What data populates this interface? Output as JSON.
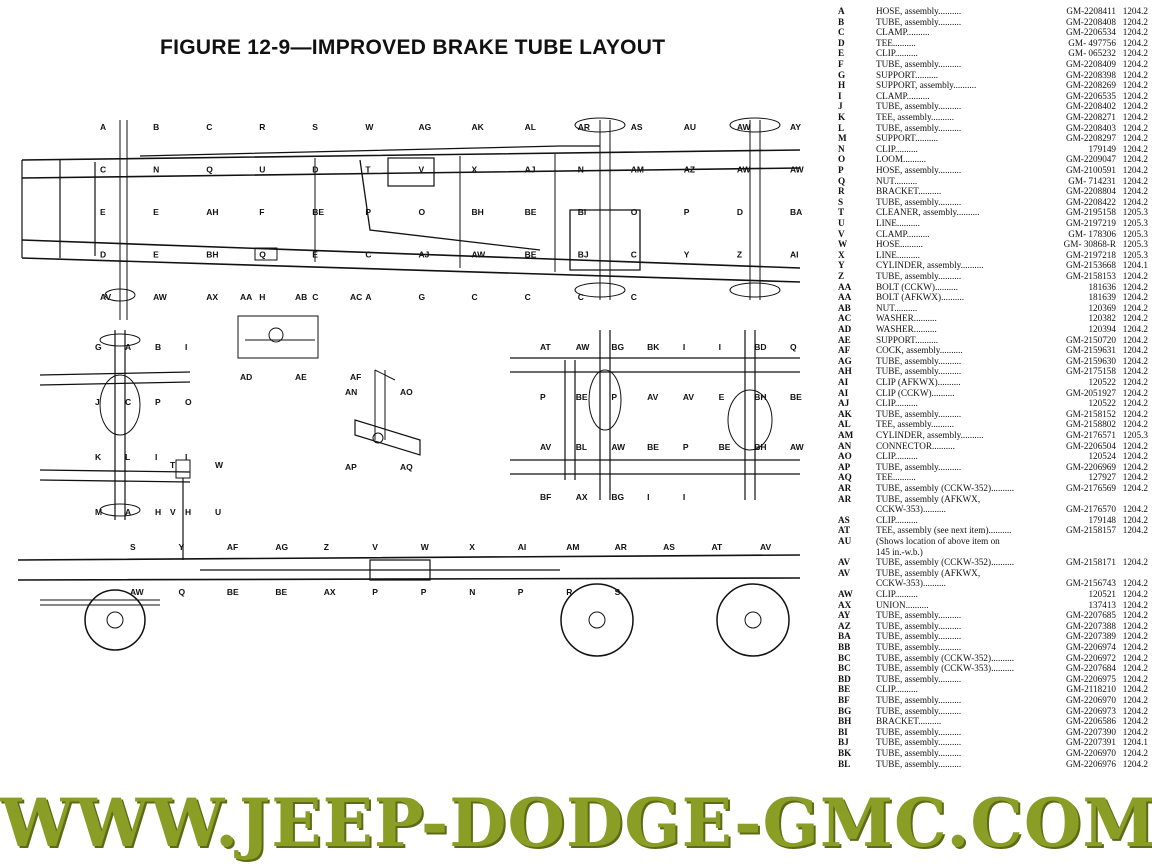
{
  "figure_title": "FIGURE 12-9—IMPROVED BRAKE TUBE LAYOUT",
  "watermark": "WWW.JEEP-DODGE-GMC.COM",
  "parts": [
    {
      "key": "A",
      "desc": "HOSE, assembly",
      "part": "GM-2208411",
      "fig": "1204.2"
    },
    {
      "key": "B",
      "desc": "TUBE, assembly",
      "part": "GM-2208408",
      "fig": "1204.2"
    },
    {
      "key": "C",
      "desc": "CLAMP",
      "part": "GM-2206534",
      "fig": "1204.2"
    },
    {
      "key": "D",
      "desc": "TEE",
      "part": "GM- 497756",
      "fig": "1204.2"
    },
    {
      "key": "E",
      "desc": "CLIP",
      "part": "GM- 065232",
      "fig": "1204.2"
    },
    {
      "key": "F",
      "desc": "TUBE, assembly",
      "part": "GM-2208409",
      "fig": "1204.2"
    },
    {
      "key": "G",
      "desc": "SUPPORT",
      "part": "GM-2208398",
      "fig": "1204.2"
    },
    {
      "key": "H",
      "desc": "SUPPORT, assembly",
      "part": "GM-2208269",
      "fig": "1204.2"
    },
    {
      "key": "I",
      "desc": "CLAMP",
      "part": "GM-2206535",
      "fig": "1204.2"
    },
    {
      "key": "J",
      "desc": "TUBE, assembly",
      "part": "GM-2208402",
      "fig": "1204.2"
    },
    {
      "key": "K",
      "desc": "TEE, assembly",
      "part": "GM-2208271",
      "fig": "1204.2"
    },
    {
      "key": "L",
      "desc": "TUBE, assembly",
      "part": "GM-2208403",
      "fig": "1204.2"
    },
    {
      "key": "M",
      "desc": "SUPPORT",
      "part": "GM-2208297",
      "fig": "1204.2"
    },
    {
      "key": "N",
      "desc": "CLIP",
      "part": "179149",
      "fig": "1204.2"
    },
    {
      "key": "O",
      "desc": "LOOM",
      "part": "GM-2209047",
      "fig": "1204.2"
    },
    {
      "key": "P",
      "desc": "HOSE, assembly",
      "part": "GM-2100591",
      "fig": "1204.2"
    },
    {
      "key": "Q",
      "desc": "NUT",
      "part": "GM- 714231",
      "fig": "1204.2"
    },
    {
      "key": "R",
      "desc": "BRACKET",
      "part": "GM-2208804",
      "fig": "1204.2"
    },
    {
      "key": "S",
      "desc": "TUBE, assembly",
      "part": "GM-2208422",
      "fig": "1204.2"
    },
    {
      "key": "T",
      "desc": "CLEANER, assembly",
      "part": "GM-2195158",
      "fig": "1205.3"
    },
    {
      "key": "U",
      "desc": "LINE",
      "part": "GM-2197219",
      "fig": "1205.3"
    },
    {
      "key": "V",
      "desc": "CLAMP",
      "part": "GM- 178306",
      "fig": "1205.3"
    },
    {
      "key": "W",
      "desc": "HOSE",
      "part": "GM- 30868-R",
      "fig": "1205.3"
    },
    {
      "key": "X",
      "desc": "LINE",
      "part": "GM-2197218",
      "fig": "1205.3"
    },
    {
      "key": "Y",
      "desc": "CYLINDER, assembly",
      "part": "GM-2153668",
      "fig": "1204.1"
    },
    {
      "key": "Z",
      "desc": "TUBE, assembly",
      "part": "GM-2158153",
      "fig": "1204.2"
    },
    {
      "key": "AA",
      "desc": "BOLT (CCKW)",
      "part": "181636",
      "fig": "1204.2"
    },
    {
      "key": "AA",
      "desc": "BOLT (AFKWX)",
      "part": "181639",
      "fig": "1204.2"
    },
    {
      "key": "AB",
      "desc": "NUT",
      "part": "120369",
      "fig": "1204.2"
    },
    {
      "key": "AC",
      "desc": "WASHER",
      "part": "120382",
      "fig": "1204.2"
    },
    {
      "key": "AD",
      "desc": "WASHER",
      "part": "120394",
      "fig": "1204.2"
    },
    {
      "key": "AE",
      "desc": "SUPPORT",
      "part": "GM-2150720",
      "fig": "1204.2"
    },
    {
      "key": "AF",
      "desc": "COCK, assembly",
      "part": "GM-2159631",
      "fig": "1204.2"
    },
    {
      "key": "AG",
      "desc": "TUBE, assembly",
      "part": "GM-2159630",
      "fig": "1204.2"
    },
    {
      "key": "AH",
      "desc": "TUBE, assembly",
      "part": "GM-2175158",
      "fig": "1204.2"
    },
    {
      "key": "AI",
      "desc": "CLIP (AFKWX)",
      "part": "120522",
      "fig": "1204.2"
    },
    {
      "key": "AI",
      "desc": "CLIP (CCKW)",
      "part": "GM-2051927",
      "fig": "1204.2"
    },
    {
      "key": "AJ",
      "desc": "CLIP",
      "part": "120522",
      "fig": "1204.2"
    },
    {
      "key": "AK",
      "desc": "TUBE, assembly",
      "part": "GM-2158152",
      "fig": "1204.2"
    },
    {
      "key": "AL",
      "desc": "TEE, assembly",
      "part": "GM-2158802",
      "fig": "1204.2"
    },
    {
      "key": "AM",
      "desc": "CYLINDER, assembly",
      "part": "GM-2176571",
      "fig": "1205.3"
    },
    {
      "key": "AN",
      "desc": "CONNECTOR",
      "part": "GM-2206504",
      "fig": "1204.2"
    },
    {
      "key": "AO",
      "desc": "CLIP",
      "part": "120524",
      "fig": "1204.2"
    },
    {
      "key": "AP",
      "desc": "TUBE, assembly",
      "part": "GM-2206969",
      "fig": "1204.2"
    },
    {
      "key": "AQ",
      "desc": "TEE",
      "part": "127927",
      "fig": "1204.2"
    },
    {
      "key": "AR",
      "desc": "TUBE, assembly (CCKW-352)",
      "part": "GM-2176569",
      "fig": "1204.2"
    },
    {
      "key": "AR",
      "desc": "TUBE, assembly (AFKWX,",
      "part": "",
      "fig": ""
    },
    {
      "key": "",
      "desc": "CCKW-353)",
      "part": "GM-2176570",
      "fig": "1204.2"
    },
    {
      "key": "AS",
      "desc": "CLIP",
      "part": "179148",
      "fig": "1204.2"
    },
    {
      "key": "AT",
      "desc": "TEE, assembly (see next item)",
      "part": "GM-2158157",
      "fig": "1204.2"
    },
    {
      "key": "AU",
      "desc": "(Shows location of above item on",
      "part": "",
      "fig": ""
    },
    {
      "key": "",
      "desc": "145 in.-w.b.)",
      "part": "",
      "fig": ""
    },
    {
      "key": "AV",
      "desc": "TUBE, assembly (CCKW-352)",
      "part": "GM-2158171",
      "fig": "1204.2"
    },
    {
      "key": "AV",
      "desc": "TUBE, assembly (AFKWX,",
      "part": "",
      "fig": ""
    },
    {
      "key": "",
      "desc": "CCKW-353)",
      "part": "GM-2156743",
      "fig": "1204.2"
    },
    {
      "key": "AW",
      "desc": "CLIP",
      "part": "120521",
      "fig": "1204.2"
    },
    {
      "key": "AX",
      "desc": "UNION",
      "part": "137413",
      "fig": "1204.2"
    },
    {
      "key": "AY",
      "desc": "TUBE, assembly",
      "part": "GM-2207685",
      "fig": "1204.2"
    },
    {
      "key": "AZ",
      "desc": "TUBE, assembly",
      "part": "GM-2207388",
      "fig": "1204.2"
    },
    {
      "key": "BA",
      "desc": "TUBE, assembly",
      "part": "GM-2207389",
      "fig": "1204.2"
    },
    {
      "key": "BB",
      "desc": "TUBE, assembly",
      "part": "GM-2206974",
      "fig": "1204.2"
    },
    {
      "key": "BC",
      "desc": "TUBE, assembly (CCKW-352)",
      "part": "GM-2206972",
      "fig": "1204.2"
    },
    {
      "key": "BC",
      "desc": "TUBE, assembly (CCKW-353)",
      "part": "GM-2207684",
      "fig": "1204.2"
    },
    {
      "key": "BD",
      "desc": "TUBE, assembly",
      "part": "GM-2206975",
      "fig": "1204.2"
    },
    {
      "key": "BE",
      "desc": "CLIP",
      "part": "GM-2118210",
      "fig": "1204.2"
    },
    {
      "key": "BF",
      "desc": "TUBE, assembly",
      "part": "GM-2206970",
      "fig": "1204.2"
    },
    {
      "key": "BG",
      "desc": "TUBE, assembly",
      "part": "GM-2206973",
      "fig": "1204.2"
    },
    {
      "key": "BH",
      "desc": "BRACKET",
      "part": "GM-2206586",
      "fig": "1204.2"
    },
    {
      "key": "BI",
      "desc": "TUBE, assembly",
      "part": "GM-2207390",
      "fig": "1204.2"
    },
    {
      "key": "BJ",
      "desc": "TUBE, assembly",
      "part": "GM-2207391",
      "fig": "1204.1"
    },
    {
      "key": "BK",
      "desc": "TUBE, assembly",
      "part": "GM-2206970",
      "fig": "1204.2"
    },
    {
      "key": "BL",
      "desc": "TUBE, assembly",
      "part": "GM-2206976",
      "fig": "1204.2"
    }
  ],
  "callouts": {
    "top_view": [
      "A",
      "B",
      "C",
      "R",
      "S",
      "W",
      "AG",
      "AK",
      "AL",
      "AR",
      "AS",
      "AU",
      "AW",
      "AY",
      "C",
      "N",
      "Q",
      "U",
      "D",
      "T",
      "V",
      "X",
      "AJ",
      "N",
      "AM",
      "AZ",
      "AW",
      "AW",
      "E",
      "E",
      "AH",
      "F",
      "BE",
      "P",
      "O",
      "BH",
      "BE",
      "BI",
      "O",
      "P",
      "D",
      "BA",
      "D",
      "E",
      "BH",
      "Q",
      "E",
      "C",
      "AJ",
      "AW",
      "BE",
      "BJ",
      "C",
      "Y",
      "Z",
      "AI",
      "AV",
      "AW",
      "AX",
      "H",
      "C",
      "A",
      "G",
      "C",
      "C",
      "C",
      "C"
    ],
    "detail_bolt": [
      "AA",
      "AB",
      "AC",
      "AD",
      "AE",
      "AF"
    ],
    "detail_tee": [
      "AN",
      "AO",
      "AP",
      "AQ"
    ],
    "front_axle": [
      "G",
      "A",
      "B",
      "I",
      "J",
      "C",
      "P",
      "O",
      "K",
      "L",
      "I",
      "I",
      "M",
      "A",
      "H",
      "H"
    ],
    "pedal": [
      "T",
      "W",
      "V",
      "U"
    ],
    "rear_axles": [
      "AT",
      "AW",
      "BG",
      "BK",
      "I",
      "I",
      "BD",
      "Q",
      "P",
      "BE",
      "P",
      "AV",
      "AV",
      "E",
      "BH",
      "BE",
      "AV",
      "BL",
      "AW",
      "BE",
      "P",
      "BE",
      "BH",
      "AW",
      "BF",
      "AX",
      "BG",
      "I",
      "I"
    ],
    "side_view": [
      "S",
      "Y",
      "AF",
      "AG",
      "Z",
      "V",
      "W",
      "X",
      "AI",
      "AM",
      "AR",
      "AS",
      "AT",
      "AV",
      "AW",
      "Q",
      "BE",
      "BE",
      "AX",
      "P",
      "P",
      "N",
      "P",
      "R",
      "S"
    ]
  }
}
